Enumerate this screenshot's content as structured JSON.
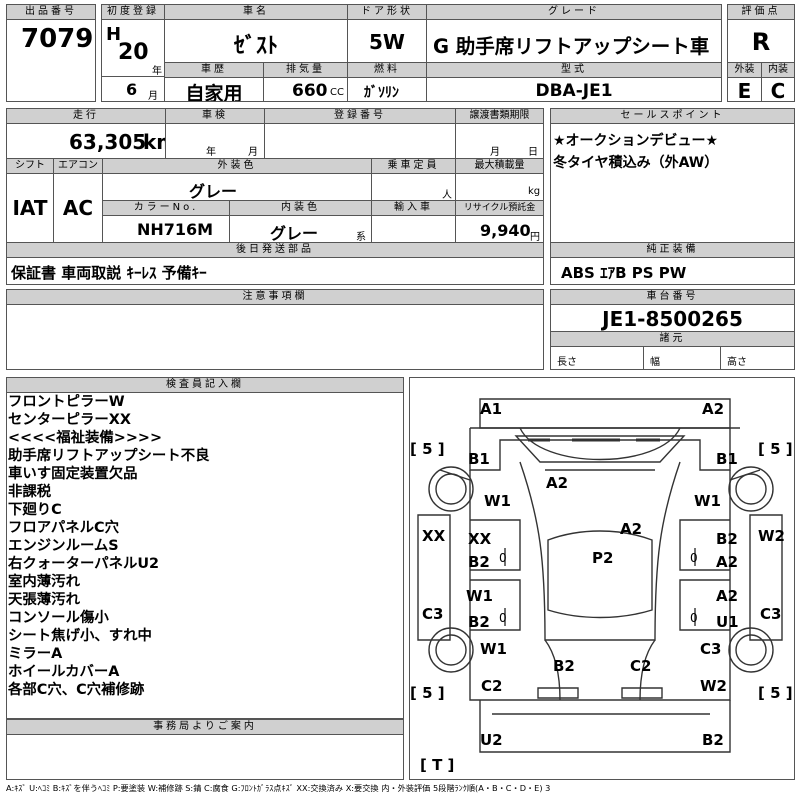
{
  "header": {
    "lot_label": "出品番号",
    "lot_no": "7079",
    "reg_label": "初度登録",
    "era": "H",
    "year": "20",
    "year_unit": "年",
    "month": "6",
    "month_unit": "月",
    "name_label": "車名",
    "name": "ｾﾞｽﾄ",
    "door_label": "ドア形状",
    "door": "5W",
    "grade_label": "グレード",
    "grade": "G 助手席リフトアップシート車",
    "score_label": "評価点",
    "score": "R",
    "history_label": "車歴",
    "history": "自家用",
    "disp_label": "排気量",
    "disp": "660",
    "disp_unit": "CC",
    "fuel_label": "燃料",
    "fuel": "ｶﾞｿﾘﾝ",
    "model_label": "型式",
    "model": "DBA-JE1",
    "ext_label": "外装",
    "ext": "E",
    "int_label": "内装",
    "int": "C"
  },
  "row2": {
    "mileage_label": "走行",
    "mileage": "63,305",
    "mileage_unit": "km",
    "inspection_label": "車検",
    "year_unit": "年",
    "month_unit": "月",
    "reg_no_label": "登録番号",
    "transfer_label": "譲渡書類期限",
    "day_unit": "日",
    "sales_label": "セールスポイント",
    "sales": [
      "★オークションデビュー★",
      "冬タイヤ積込み（外AW）"
    ]
  },
  "row3": {
    "shift_label": "シフト",
    "shift": "IAT",
    "ac_label": "エアコン",
    "ac": "AC",
    "color_label": "外装色",
    "color": "グレー",
    "capacity_label": "乗車定員",
    "capacity_unit": "人",
    "load_label": "最大積載量",
    "load_unit": "kg",
    "color_no_label": "カラーNo.",
    "color_no": "NH716M",
    "int_color_label": "内装色",
    "int_color": "グレー",
    "int_color_unit": "系",
    "import_label": "輸入車",
    "recycle_label": "リサイクル預託金",
    "recycle": "9,940",
    "recycle_unit": "円"
  },
  "parts": {
    "label": "後日発送部品",
    "value": "保証書 車両取説 ｷｰﾚｽ 予備ｷｰ"
  },
  "equipment": {
    "label": "純正装備",
    "value": "ABS ｴｱB PS PW"
  },
  "caution": {
    "label": "注意事項欄"
  },
  "chassis": {
    "label": "車台番号",
    "value": "JE1-8500265"
  },
  "specs": {
    "label": "諸元",
    "length": "長さ",
    "width": "幅",
    "height": "高さ"
  },
  "inspector": {
    "label": "検査員記入欄",
    "lines": [
      "フロントピラーW",
      "センターピラーXX",
      "<<<<福祉装備>>>>",
      "助手席リフトアップシート不良",
      "車いす固定装置欠品",
      "非課税",
      "下廻りC",
      "フロアパネルC穴",
      "エンジンルームS",
      "右クォーターパネルU2",
      "室内薄汚れ",
      "天張薄汚れ",
      "コンソール傷小",
      "シート焦げ小、すれ中",
      "ミラーA",
      "ホイールカバーA",
      "各部C穴、C穴補修跡"
    ]
  },
  "office": {
    "label": "事務局よりご案内"
  },
  "diagram": {
    "a1": "A1",
    "a2_top": "A2",
    "tire_fl": "[ 5 ]",
    "tire_fr": "[ 5 ]",
    "tire_rl": "[ 5 ]",
    "tire_rr": "[ 5 ]",
    "tire_spare": "[ T ]",
    "b1_l": "B1",
    "b1_r": "B1",
    "a2_hood": "A2",
    "w1_l": "W1",
    "w1_r": "W1",
    "a2_roof": "A2",
    "xx_out": "XX",
    "xx_in": "XX",
    "b2_l1": "B2",
    "zero_l1": "0",
    "p2": "P2",
    "b2_r1": "B2",
    "zero_r1": "0",
    "a2_r1": "A2",
    "w2_r": "W2",
    "w1_l2": "W1",
    "b2_l2": "B2",
    "zero_l2": "0",
    "a2_r2": "A2",
    "u1": "U1",
    "zero_r2": "0",
    "c3_l": "C3",
    "c3_r": "C3",
    "c3_r2": "C3",
    "w1_l3": "W1",
    "b2_rear": "B2",
    "c2_rear": "C2",
    "c2_l": "C2",
    "w2_r2": "W2",
    "u2": "U2",
    "b2_bottom": "B2"
  },
  "legend": "A:ｷｽﾞ U:ﾍｺﾐ B:ｷｽﾞを伴うﾍｺﾐ P:要塗装 W:補修跡 S:錆 C:腐食 G:ﾌﾛﾝﾄｶﾞﾗｽ点ｷｽﾞ XX:交換済み X:要交換 内・外装評価 5段階ﾗﾝｸ順(A・B・C・D・E) 3"
}
